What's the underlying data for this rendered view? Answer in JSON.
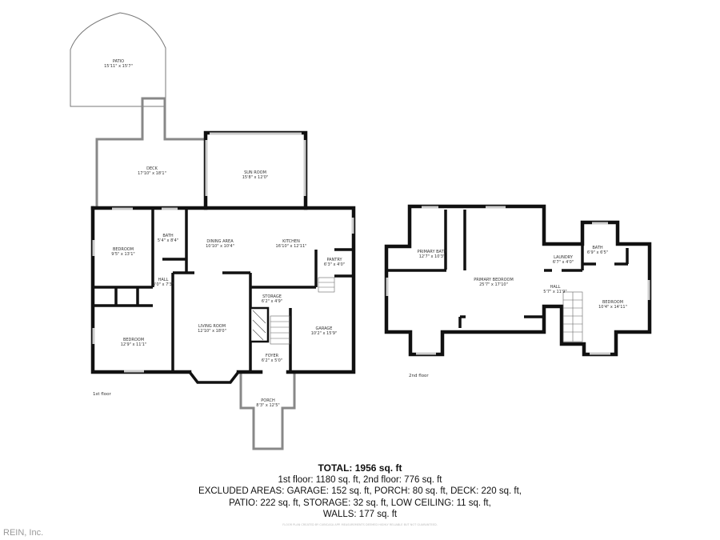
{
  "floor1": {
    "label": "1st floor",
    "rooms": [
      {
        "name": "PATIO",
        "size": "15'11\" x 15'7\""
      },
      {
        "name": "DECK",
        "size": "17'10\" x 18'1\""
      },
      {
        "name": "SUN ROOM",
        "size": "15'8\" x 12'0\""
      },
      {
        "name": "BEDROOM",
        "size": "9'5\" x 13'1\""
      },
      {
        "name": "BATH",
        "size": "5'4\" x 8'4\""
      },
      {
        "name": "DINING AREA",
        "size": "10'10\" x 10'4\""
      },
      {
        "name": "KITCHEN",
        "size": "16'10\" x 12'11\""
      },
      {
        "name": "PANTRY",
        "size": "6'3\" x 4'0\""
      },
      {
        "name": "HALL",
        "size": "3'0\" x 7'3\""
      },
      {
        "name": "STORAGE",
        "size": "6'2\" x 4'9\""
      },
      {
        "name": "BEDROOM",
        "size": "12'9\" x 11'1\""
      },
      {
        "name": "LIVING ROOM",
        "size": "12'10\" x 18'0\""
      },
      {
        "name": "GARAGE",
        "size": "10'2\" x 15'9\""
      },
      {
        "name": "FOYER",
        "size": "6'2\" x 5'0\""
      },
      {
        "name": "PORCH",
        "size": "8'3\" x 12'5\""
      }
    ]
  },
  "floor2": {
    "label": "2nd floor",
    "rooms": [
      {
        "name": "PRIMARY BATH",
        "size": "12'7\" x 10'3\""
      },
      {
        "name": "PRIMARY BEDROOM",
        "size": "25'7\" x 17'10\""
      },
      {
        "name": "LAUNDRY",
        "size": "6'7\" x 4'0\""
      },
      {
        "name": "BATH",
        "size": "6'9\" x 6'5\""
      },
      {
        "name": "HALL",
        "size": "5'7\" x 11'9\""
      },
      {
        "name": "BEDROOM",
        "size": "10'4\" x 14'11\""
      }
    ]
  },
  "summary": {
    "total": "TOTAL: 1956 sq. ft",
    "line1": "1st floor: 1180 sq. ft, 2nd floor: 776 sq. ft",
    "line2": "EXCLUDED AREAS: GARAGE: 152 sq. ft, PORCH: 80 sq. ft, DECK: 220 sq. ft,",
    "line3": "PATIO: 222 sq. ft, STORAGE: 32 sq. ft, LOW CEILING: 11 sq. ft,",
    "line4": "WALLS: 177 sq. ft"
  },
  "disclaimer": "FLOOR PLAN CREATED BY CUBICASA APP. MEASUREMENTS DEEMED HIGHLY RELIABLE BUT NOT GUARANTEED.",
  "watermark": "REIN, Inc."
}
